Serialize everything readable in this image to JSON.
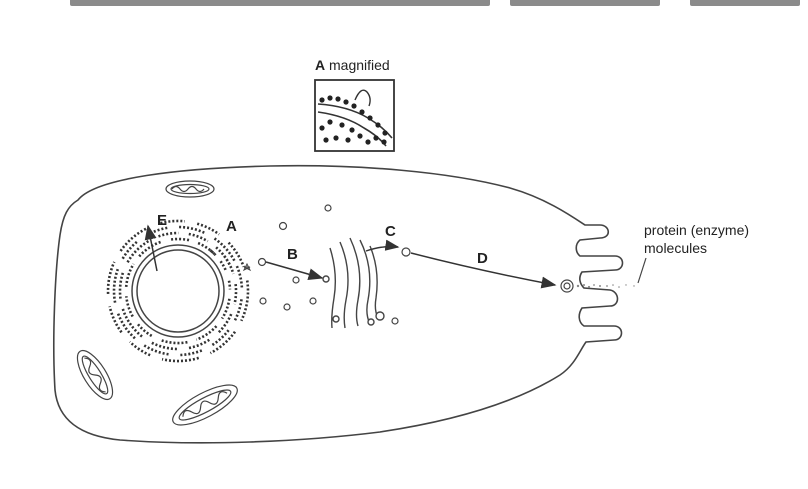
{
  "inset": {
    "letter": "A",
    "caption": "magnified"
  },
  "labels": {
    "A": "A",
    "B": "B",
    "C": "C",
    "D": "D",
    "E": "E",
    "protein_line1": "protein (enzyme)",
    "protein_line2": "molecules"
  },
  "colors": {
    "ink": "#3a3a3a",
    "bg": "#ffffff"
  }
}
